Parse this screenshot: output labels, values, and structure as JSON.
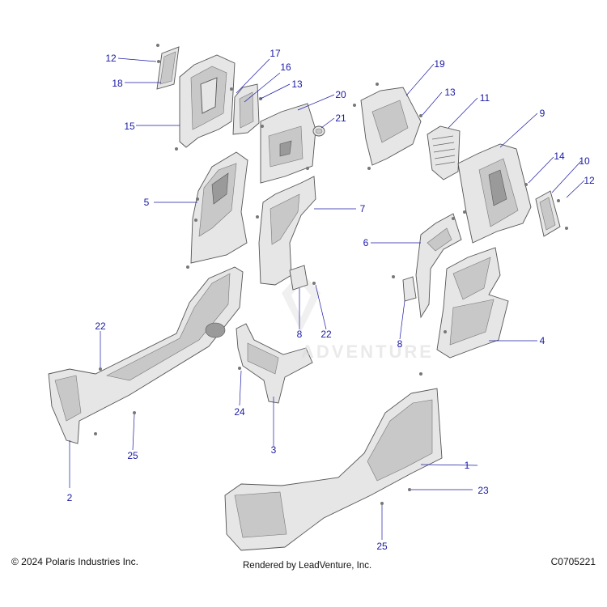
{
  "colors": {
    "callout_text": "#1a1aa6",
    "leader_line": "#1a1aa6",
    "part_fill": "#e6e6e6",
    "part_shade": "#c8c8c8",
    "part_outline": "#555555",
    "footer_text": "#111111"
  },
  "callouts": {
    "c1": "1",
    "c2": "2",
    "c3": "3",
    "c4": "4",
    "c5": "5",
    "c6": "6",
    "c7": "7",
    "c8a": "8",
    "c8b": "8",
    "c9": "9",
    "c10": "10",
    "c11": "11",
    "c12a": "12",
    "c12b": "12",
    "c13a": "13",
    "c13b": "13",
    "c14": "14",
    "c15": "15",
    "c16": "16",
    "c17": "17",
    "c18": "18",
    "c19": "19",
    "c20": "20",
    "c21": "21",
    "c22a": "22",
    "c22b": "22",
    "c23": "23",
    "c24": "24",
    "c25a": "25",
    "c25b": "25"
  },
  "footer": {
    "copyright": "© 2024 Polaris Industries Inc.",
    "rendered_by": "Rendered by LeadVenture, Inc.",
    "drawing_code": "C0705221"
  },
  "watermark": {
    "text": "ADVENTURE"
  }
}
